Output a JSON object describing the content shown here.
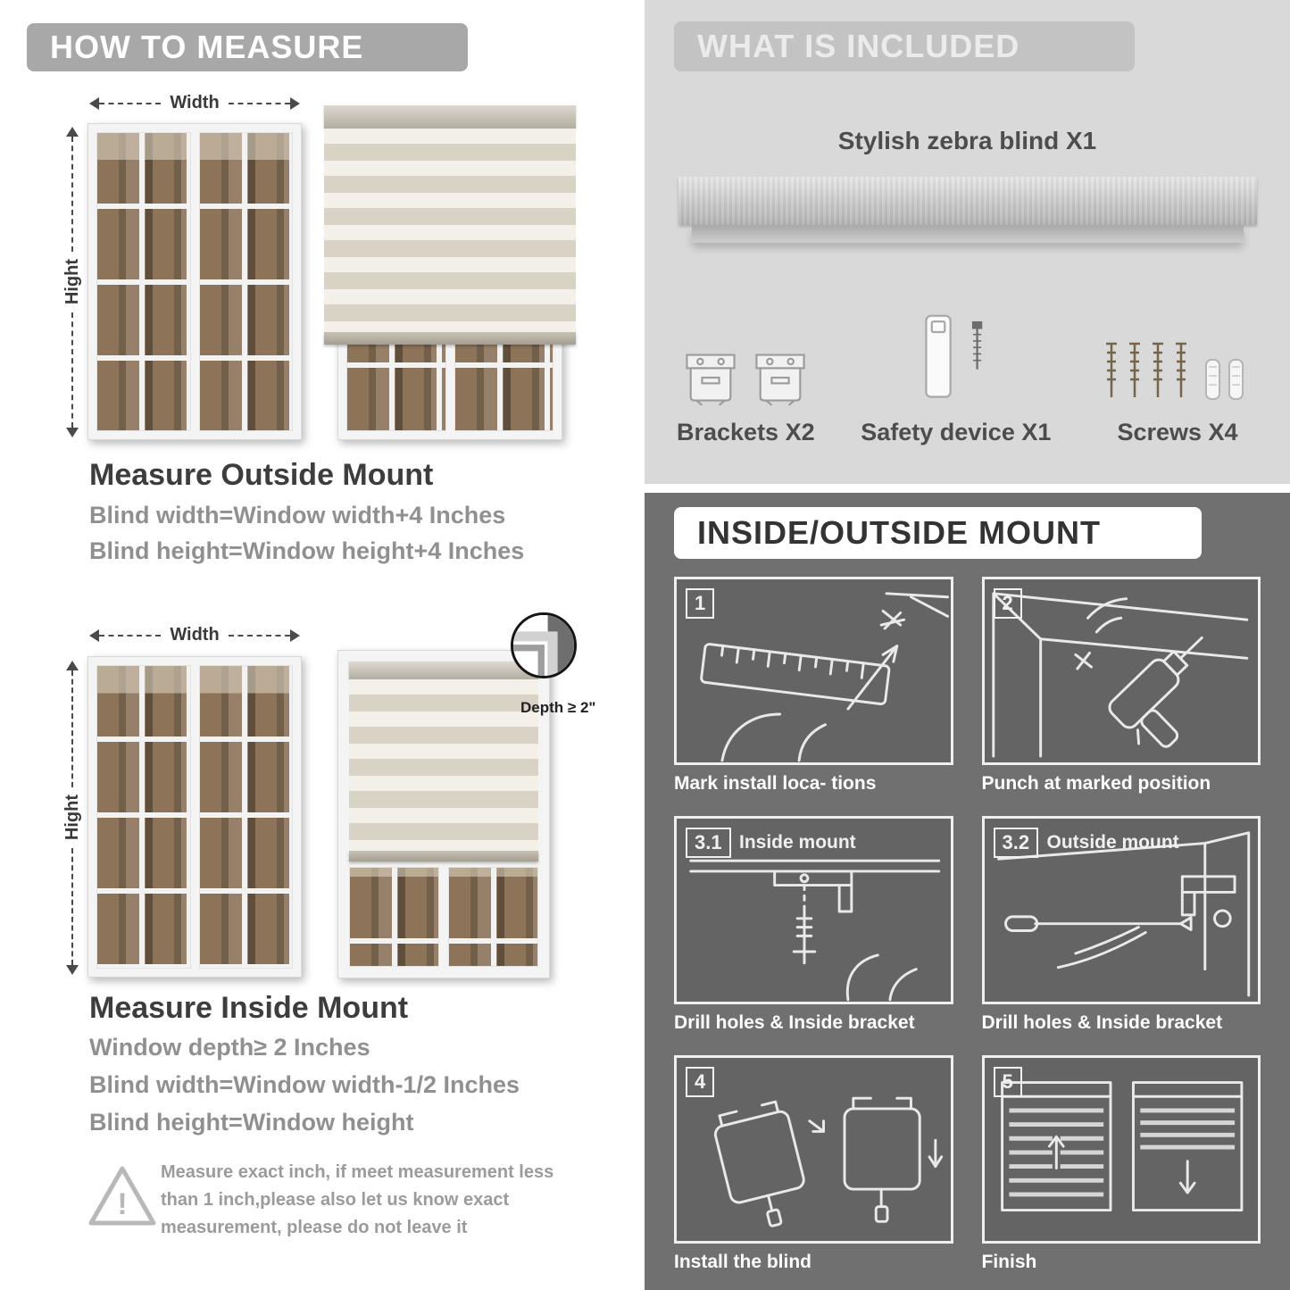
{
  "left": {
    "header": "HOW TO MEASURE",
    "warning_mark": "!",
    "outside": {
      "width_label": "Width",
      "height_label": "Hight",
      "title": "Measure Outside Mount",
      "line1": "Blind width=Window width+4 Inches",
      "line2": "Blind height=Window height+4 Inches"
    },
    "inside": {
      "width_label": "Width",
      "height_label": "Hight",
      "depth_label": "Depth ≥ 2\"",
      "title": "Measure Inside Mount",
      "line1": "Window depth≥ 2 Inches",
      "line2": "Blind width=Window width-1/2 Inches",
      "line3": "Blind height=Window height"
    },
    "note": "Measure exact inch, if meet measurement less than 1 inch,please also let us know exact measurement, please do not leave it"
  },
  "right": {
    "included": {
      "header": "WHAT IS INCLUDED",
      "blind_label": "Stylish zebra blind X1",
      "items": [
        {
          "label": "Brackets X2"
        },
        {
          "label": "Safety device X1"
        },
        {
          "label": "Screws X4"
        }
      ]
    },
    "mount": {
      "header": "INSIDE/OUTSIDE MOUNT",
      "steps": [
        {
          "num": "1",
          "caption": "Mark install loca- tions"
        },
        {
          "num": "2",
          "caption": "Punch at  marked position"
        },
        {
          "num": "3.1",
          "title": "Inside mount",
          "caption": "Drill holes &  Inside bracket"
        },
        {
          "num": "3.2",
          "title": "Outside mount",
          "caption": "Drill holes &  Inside bracket"
        },
        {
          "num": "4",
          "caption": "Install the blind"
        },
        {
          "num": "5",
          "caption": "Finish"
        }
      ]
    }
  }
}
